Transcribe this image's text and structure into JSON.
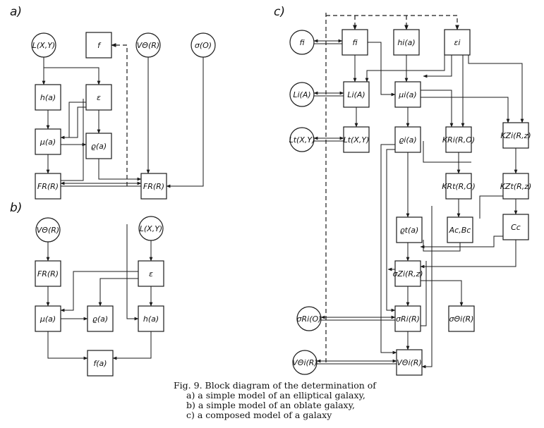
{
  "panels": [
    {
      "id": "a",
      "label": "a)",
      "nodes": [
        {
          "id": "a_L",
          "label": "L(X,Y)",
          "shape": "circle"
        },
        {
          "id": "a_f",
          "label": "f",
          "shape": "rect"
        },
        {
          "id": "a_V",
          "label": "VΘ(R)",
          "shape": "circle"
        },
        {
          "id": "a_s",
          "label": "σ(O)",
          "shape": "circle"
        },
        {
          "id": "a_h",
          "label": "h(a)",
          "shape": "rect"
        },
        {
          "id": "a_e",
          "label": "ε",
          "shape": "rect"
        },
        {
          "id": "a_mu",
          "label": "μ(a)",
          "shape": "rect"
        },
        {
          "id": "a_rho",
          "label": "ϱ(a)",
          "shape": "rect"
        },
        {
          "id": "a_FR1",
          "label": "FR(R)",
          "shape": "rect"
        },
        {
          "id": "a_FR2",
          "label": "FR(R)",
          "shape": "rect"
        }
      ]
    },
    {
      "id": "b",
      "label": "b)",
      "nodes": [
        {
          "id": "b_V",
          "label": "VΘ(R)",
          "shape": "circle"
        },
        {
          "id": "b_L",
          "label": "L(X,Y)",
          "shape": "circle"
        },
        {
          "id": "b_FR",
          "label": "FR(R)",
          "shape": "rect"
        },
        {
          "id": "b_e",
          "label": "ε",
          "shape": "rect"
        },
        {
          "id": "b_mu",
          "label": "μ(a)",
          "shape": "rect"
        },
        {
          "id": "b_rho",
          "label": "ϱ(a)",
          "shape": "rect"
        },
        {
          "id": "b_h",
          "label": "h(a)",
          "shape": "rect"
        },
        {
          "id": "b_f",
          "label": "f(a)",
          "shape": "rect"
        }
      ]
    },
    {
      "id": "c",
      "label": "c)",
      "nodes": [
        {
          "id": "c_fi",
          "label": "fi",
          "shape": "circle"
        },
        {
          "id": "c_f",
          "label": "fi",
          "shape": "rect"
        },
        {
          "id": "c_hi",
          "label": "hi(a)",
          "shape": "rect"
        },
        {
          "id": "c_ei",
          "label": "εi",
          "shape": "rect"
        },
        {
          "id": "c_LiA",
          "label": "Li(A)",
          "shape": "circle"
        },
        {
          "id": "c_LiA2",
          "label": "Li(A)",
          "shape": "rect"
        },
        {
          "id": "c_mui",
          "label": "μi(a)",
          "shape": "rect"
        },
        {
          "id": "c_LtXY",
          "label": "Lt(X,Y)",
          "shape": "circle"
        },
        {
          "id": "c_LtXY2",
          "label": "Lt(X,Y)",
          "shape": "rect"
        },
        {
          "id": "c_rhoi",
          "label": "ϱi(a)",
          "shape": "rect"
        },
        {
          "id": "c_KRi",
          "label": "KRi(R,O)",
          "shape": "rect"
        },
        {
          "id": "c_KZi",
          "label": "KZi(R,z)",
          "shape": "rect"
        },
        {
          "id": "c_KRt",
          "label": "KRt(R,O)",
          "shape": "rect"
        },
        {
          "id": "c_KZt",
          "label": "KZt(R,z)",
          "shape": "rect"
        },
        {
          "id": "c_rhot",
          "label": "ϱt(a)",
          "shape": "rect"
        },
        {
          "id": "c_AcBc",
          "label": "Ac,Bc",
          "shape": "rect"
        },
        {
          "id": "c_Cc",
          "label": "Cc",
          "shape": "rect"
        },
        {
          "id": "c_sZi",
          "label": "σZi(R,z)",
          "shape": "rect"
        },
        {
          "id": "c_sRi0",
          "label": "σRi(O)",
          "shape": "circle"
        },
        {
          "id": "c_sRi",
          "label": "σRi(R)",
          "shape": "rect"
        },
        {
          "id": "c_sOi",
          "label": "σΘi(R)",
          "shape": "rect"
        },
        {
          "id": "c_VOi0",
          "label": "VΘi(R)",
          "shape": "circle"
        },
        {
          "id": "c_VOi",
          "label": "VΘi(R)",
          "shape": "rect"
        }
      ]
    }
  ],
  "caption": {
    "line1": "Fig. 9. Block diagram of the determination of",
    "line2": "a) a simple model of an elliptical galaxy,",
    "line3": "b) a simple model of an oblate galaxy,",
    "line4": "c) a composed model of a galaxy"
  }
}
